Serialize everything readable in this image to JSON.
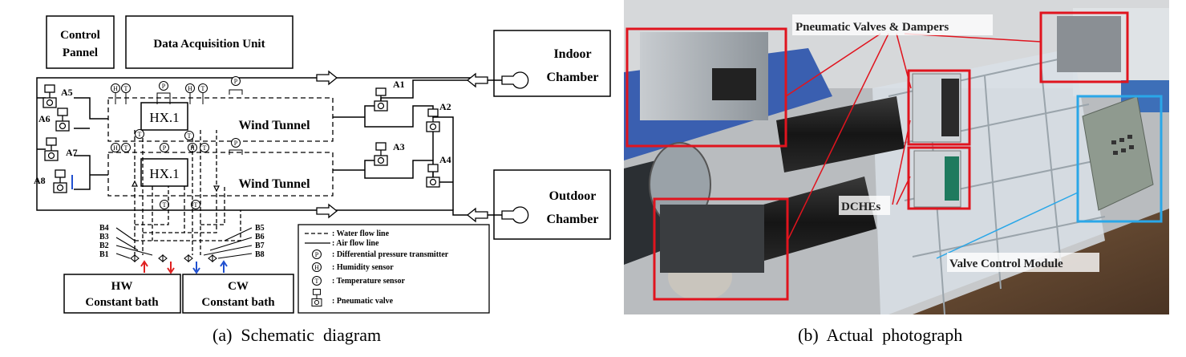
{
  "schematic": {
    "control_panel": [
      "Control",
      "Pannel"
    ],
    "data_acquisition": "Data Acquisition Unit",
    "indoor_chamber": [
      "Indoor",
      "Chamber"
    ],
    "outdoor_chamber": [
      "Outdoor",
      "Chamber"
    ],
    "wind_tunnel_1": "Wind Tunnel",
    "wind_tunnel_2": "Wind Tunnel",
    "hx_1": "HX.1",
    "hx_2": "HX.1",
    "valves": {
      "a1": "A1",
      "a2": "A2",
      "a3": "A3",
      "a4": "A4",
      "a5": "A5",
      "a6": "A6",
      "a7": "A7",
      "a8": "A8"
    },
    "water_valves_left": [
      "B4",
      "B3",
      "B2",
      "B1"
    ],
    "water_valves_right": [
      "B5",
      "B6",
      "B7",
      "B8"
    ],
    "sensor_symbols": {
      "pressure": "P",
      "humidity": "H",
      "temperature": "T"
    },
    "hw_bath": [
      "HW",
      "Constant bath"
    ],
    "cw_bath": [
      "CW",
      "Constant bath"
    ],
    "legend": {
      "water_flow": ": Water flow line",
      "air_flow": ": Air flow line",
      "pressure": ": Differential pressure transmitter",
      "humidity": ": Humidity sensor",
      "temperature": ": Temperature sensor",
      "pneumatic": ": Pneumatic valve"
    },
    "colors": {
      "hot_water": "#e02020",
      "cold_water": "#2050d0"
    }
  },
  "photo": {
    "label_valves": "Pneumatic Valves & Dampers",
    "label_dches": "DCHEs",
    "label_module": "Valve Control Module",
    "colors": {
      "highlight_red": "#e0141e",
      "highlight_blue": "#2aa7e8"
    }
  },
  "captions": {
    "a": "(a)  Schematic  diagram",
    "b": "(b)  Actual  photograph"
  }
}
